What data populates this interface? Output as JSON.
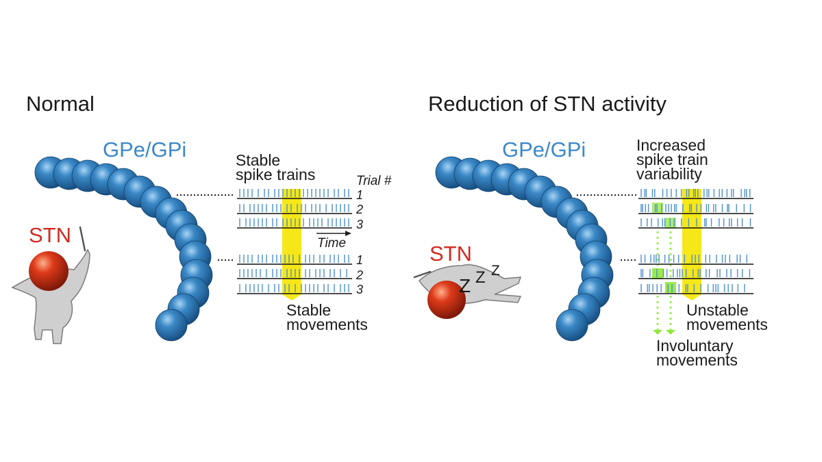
{
  "panels": {
    "normal": {
      "title": "Normal",
      "gp_label": "GPe/GPi",
      "stn_label": "STN",
      "spike_title": "Stable\nspike trains",
      "trial_header": "Trial #",
      "time_label": "Time",
      "trials": [
        "1",
        "2",
        "3"
      ],
      "movement_label": "Stable\nmovements"
    },
    "reduced": {
      "title": "Reduction of STN activity",
      "gp_label": "GPe/GPi",
      "stn_label": "STN",
      "sleep_letters": [
        "Z",
        "Z",
        "Z"
      ],
      "spike_title": "Increased\nspike train\nvariability",
      "unstable_label": "Unstable\nmovements",
      "involuntary_label": "Involuntary\nmovements"
    }
  },
  "colors": {
    "bead": "#2f78b4",
    "stn_ball": "#cc2a14",
    "spike": "#4a8fd0",
    "highlight": "#f5e400",
    "involuntary": "#8fe83a",
    "figure": "#cfcfcf",
    "blue_text": "#3b88c8",
    "red_text": "#d22a20"
  },
  "icons": {
    "beads": "gp-bead-chain",
    "conductor": "stn-conductor-figure",
    "sleeper": "stn-sleeping-figure"
  }
}
